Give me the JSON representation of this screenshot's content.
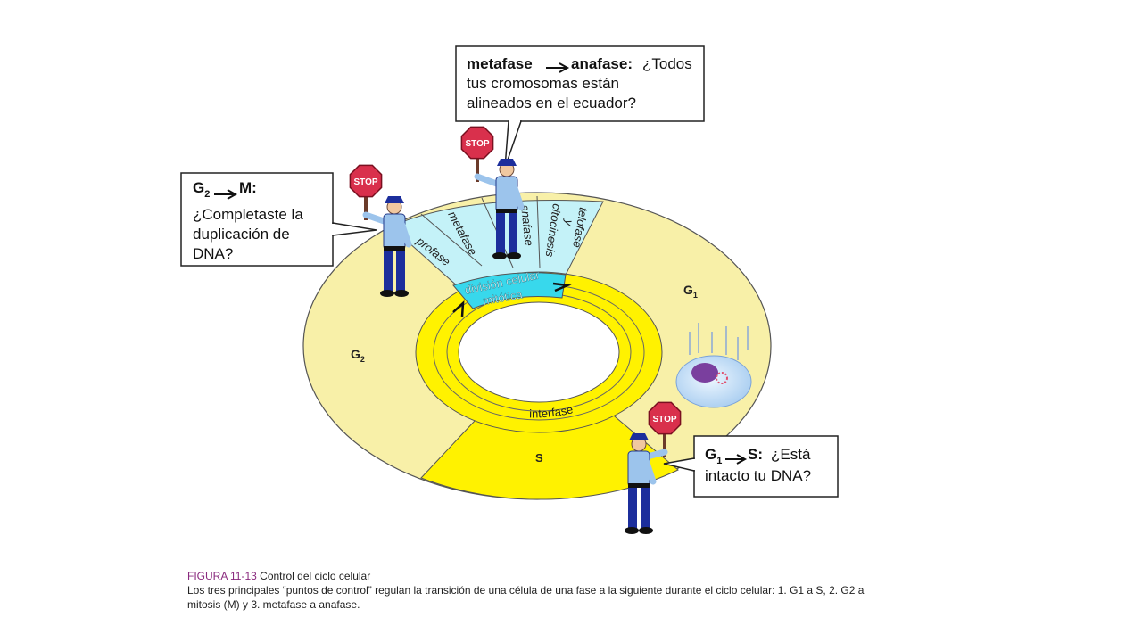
{
  "colors": {
    "disk_pale": "#f8f0a8",
    "disk_bright": "#fff200",
    "mitosis_cyan": "#c4f2f8",
    "mitosis_band": "#38d8ec",
    "police_blue": "#1c2e9c",
    "shirt_blue": "#9cc4ec",
    "stop_red": "#d9304c",
    "caption_accent": "#8a2a7e"
  },
  "diagram": {
    "phases": {
      "g1": "G",
      "g1_sub": "1",
      "g2": "G",
      "g2_sub": "2",
      "s": "S",
      "interphase": "interfase",
      "mitotic_1": "división celular",
      "mitotic_2": "mitótica",
      "prophase": "profase",
      "metaphase": "metafase",
      "anaphase": "anafase",
      "telophase_1": "telofase",
      "telophase_2": "y",
      "telophase_3": "citocinesis"
    },
    "stop_sign": "STOP",
    "callouts": {
      "g2m": {
        "from": "G",
        "from_sub": "2",
        "to": "M:",
        "lines": [
          "¿Completaste la",
          "duplicación de",
          "DNA?"
        ]
      },
      "meta_ana": {
        "from": "metafase",
        "to": "anafase:",
        "rest": "¿Todos",
        "lines": [
          "tus cromosomas están",
          "alineados en el ecuador?"
        ]
      },
      "g1s": {
        "from": "G",
        "from_sub": "1",
        "to": "S:",
        "rest": "¿Está",
        "lines": [
          "intacto tu DNA?"
        ]
      }
    }
  },
  "caption": {
    "figure_label": "FIGURA 11-13",
    "figure_title": "Control del ciclo celular",
    "body": "Los tres principales “puntos de control” regulan la transición de una célula de una fase a la siguiente durante el ciclo celular: 1. G1 a S, 2. G2 a mitosis (M) y 3. metafase a anafase."
  }
}
